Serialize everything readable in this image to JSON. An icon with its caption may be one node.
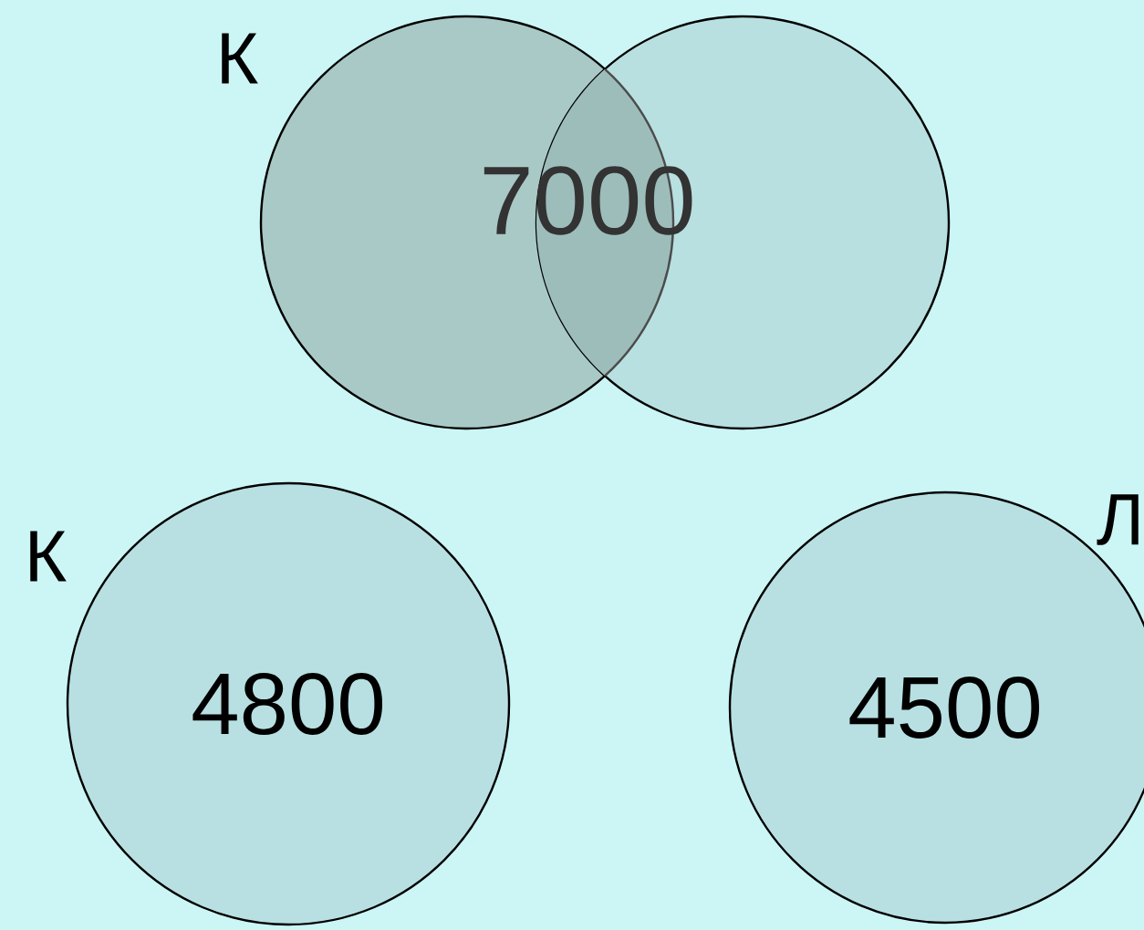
{
  "diagram": {
    "nodes": [
      {
        "text": [],
        "shape": "circle",
        "beside": [
          "К"
        ]
      },
      {
        "text": [],
        "shape": "circle"
      },
      {
        "text": [
          "4800"
        ],
        "beside": [
          "К"
        ]
      },
      {
        "text": [
          "4500"
        ],
        "beside": [
          "Л"
        ]
      }
    ],
    "labels": [
      "7000"
    ]
  }
}
